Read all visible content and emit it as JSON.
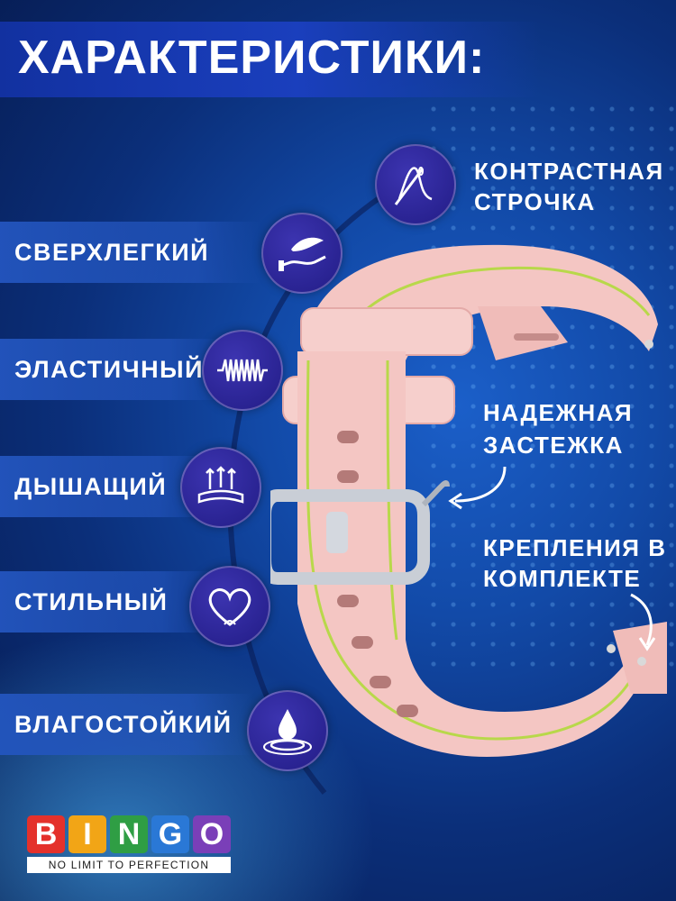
{
  "title": "ХАРАКТЕРИСТИКИ:",
  "features_left": [
    {
      "label": "СВЕРХЛЕГКИЙ",
      "icon": "feather-hand-icon"
    },
    {
      "label": "ЭЛАСТИЧНЫЙ",
      "icon": "spring-icon"
    },
    {
      "label": "ДЫШАЩИЙ",
      "icon": "breathable-fabric-icon"
    },
    {
      "label": "СТИЛЬНЫЙ",
      "icon": "heart-icon"
    },
    {
      "label": "ВЛАГОСТОЙКИЙ",
      "icon": "water-drop-icon"
    }
  ],
  "features_right": {
    "stitching": {
      "line1": "КОНТРАСТНАЯ",
      "line2": "СТРОЧКА",
      "icon": "needle-thread-icon"
    },
    "clasp": {
      "line1": "НАДЕЖНАЯ",
      "line2": "ЗАСТЕЖКА"
    },
    "mounts": {
      "line1": "КРЕПЛЕНИЯ В",
      "line2": "КОМПЛЕКТЕ"
    }
  },
  "brand": {
    "letters": [
      "B",
      "I",
      "N",
      "G",
      "O"
    ],
    "letter_colors": [
      "#e4312b",
      "#f2a516",
      "#2f9e44",
      "#2a78d6",
      "#7a3fb8"
    ],
    "tagline": "NO LIMIT TO PERFECTION"
  },
  "colors": {
    "band": "#f4c6c3",
    "band_shade": "#e4aaa8",
    "stitch": "#b8d84a",
    "buckle": "#c9ced6",
    "icon_bg": "#2a2390"
  }
}
